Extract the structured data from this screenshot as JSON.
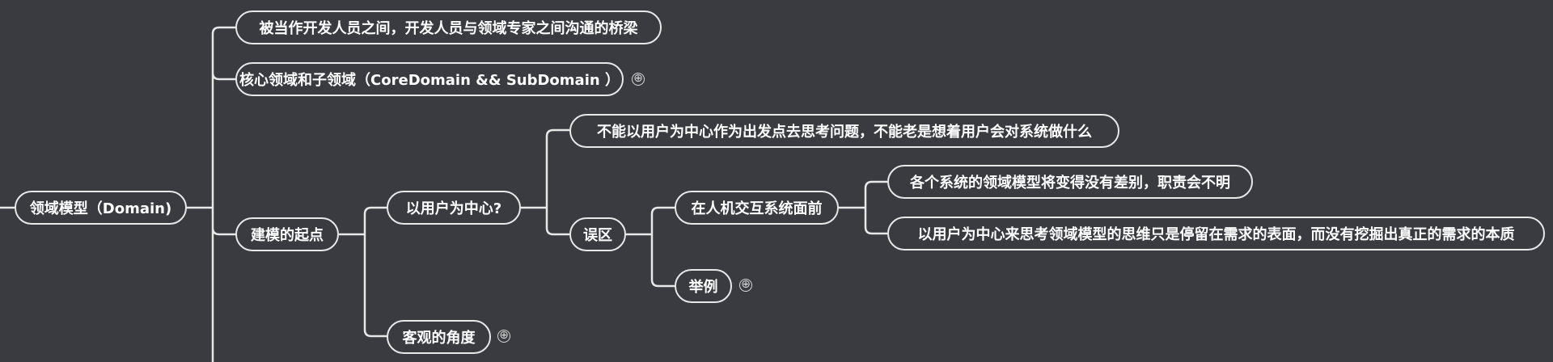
{
  "root": {
    "label": "领域模型（Domain)"
  },
  "nodes": {
    "bridge": "被当作开发人员之间，开发人员与领域专家之间沟通的桥梁",
    "core_sub": "核心领域和子领域（CoreDomain && SubDomain ）",
    "start": "建模的起点",
    "user_center": "以用户为中心?",
    "objective": "客观的角度",
    "cannot": "不能以用户为中心作为出发点去思考问题，不能老是想着用户会对系统做什么",
    "misconception": "误区",
    "hci": "在人机交互系统面前",
    "example": "举例",
    "no_diff": "各个系统的领域模型将变得没有差别，职责会不明",
    "surface": "以用户为中心来思考领域模型的思维只是停留在需求的表面，而没有挖掘出真正的需求的本质"
  },
  "expand_icon": "⊕",
  "colors": {
    "background": "#393b40",
    "line": "#e8e8e8",
    "text": "#ffffff"
  }
}
